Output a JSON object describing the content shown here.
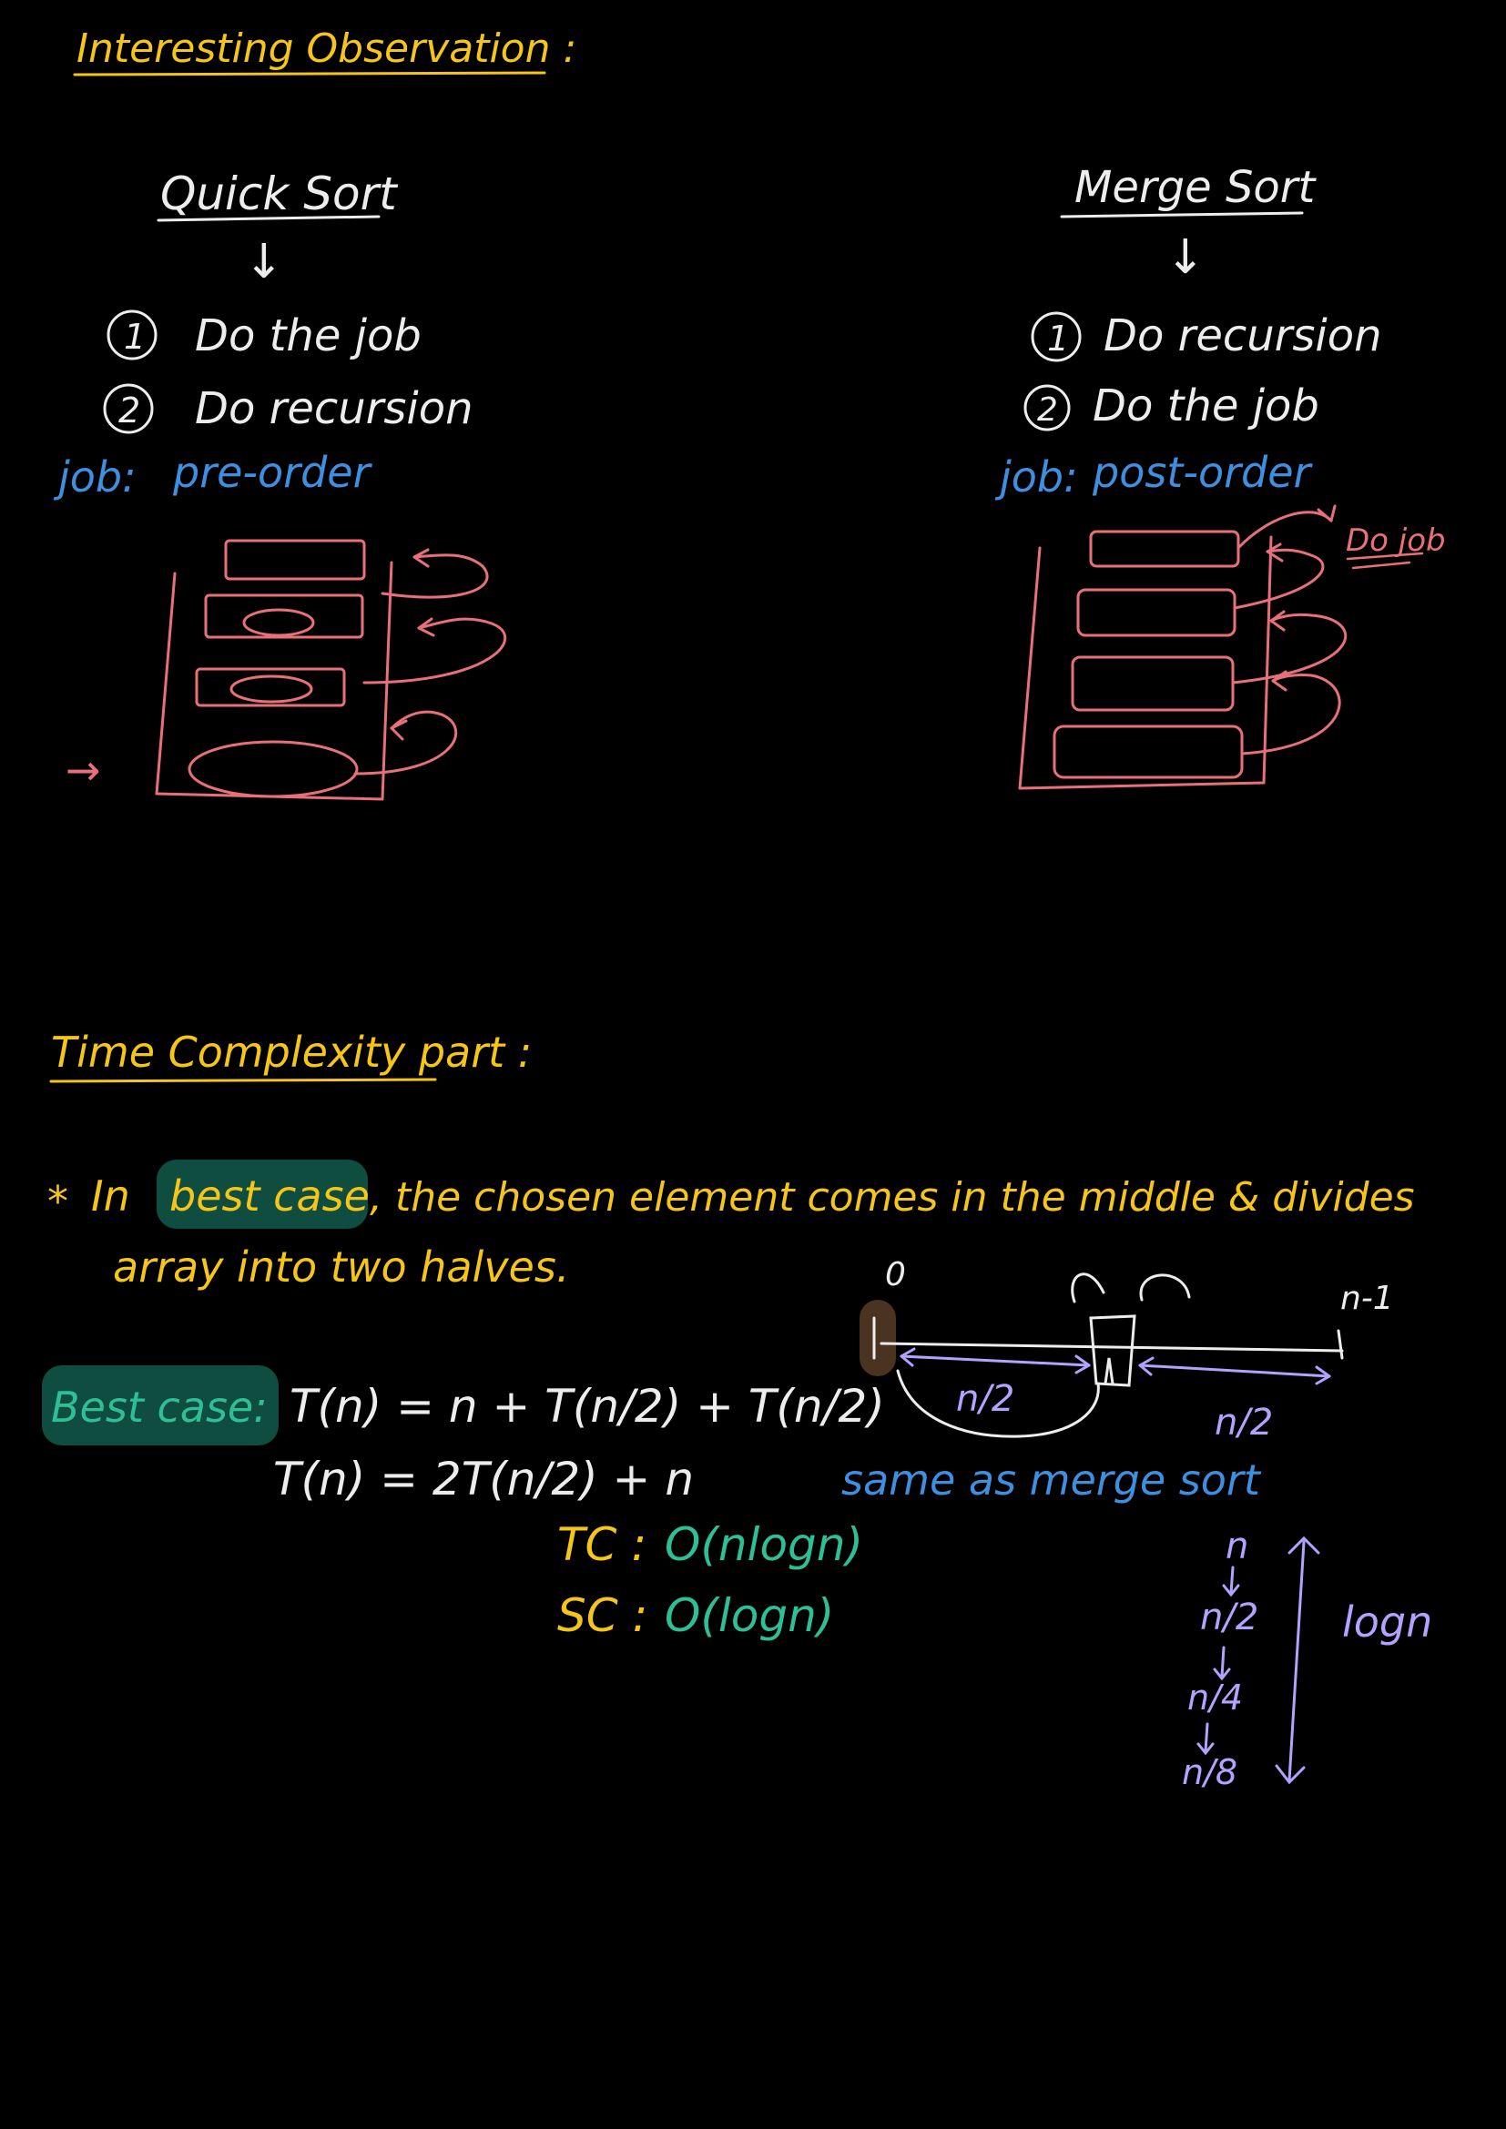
{
  "colors": {
    "background": "#000000",
    "yellow": "#F5C518",
    "white": "#EDEDED",
    "blue": "#3F8FE0",
    "red": "#E8707A",
    "green": "#2FBF97",
    "green_highlight": "#0E4D40",
    "brown_highlight": "#4A3320",
    "violet": "#B4A2FF"
  },
  "observation": {
    "title": "Interesting Observation :",
    "quick": {
      "heading": "Quick Sort",
      "arrow": "↓",
      "step1": {
        "num": "1",
        "text": "Do the job"
      },
      "step2": {
        "num": "2",
        "text": "Do recursion"
      },
      "job_label": "job:",
      "job_value": "pre-order",
      "entry_arrow": "→"
    },
    "merge": {
      "heading": "Merge Sort",
      "arrow": "↓",
      "step1": {
        "num": "1",
        "text": "Do recursion"
      },
      "step2": {
        "num": "2",
        "text": "Do the job"
      },
      "job_label": "job:",
      "job_value": "post-order",
      "do_job": "Do job"
    }
  },
  "complexity": {
    "title": "Time Complexity part :",
    "bullet": "*",
    "line1": {
      "pre": "In",
      "highlight": "best case",
      "post": ", the chosen element comes in the middle & divides"
    },
    "line2": "array into two halves.",
    "best_case_label": "Best case:",
    "eq1": "T(n) = n + T(n/2) + T(n/2)",
    "eq2": "T(n) = 2T(n/2) + n",
    "tc_label": "TC :",
    "tc_value": "O(nlogn)",
    "sc_label": "SC :",
    "sc_value": "O(logn)",
    "same_as": "same as merge sort",
    "diagram": {
      "idx_start": "0",
      "idx_end": "n-1",
      "left_half": "n/2",
      "right_half": "n/2"
    },
    "depth_chain": [
      "n",
      "n/2",
      "n/4",
      "n/8"
    ],
    "depth_label": "logn"
  }
}
